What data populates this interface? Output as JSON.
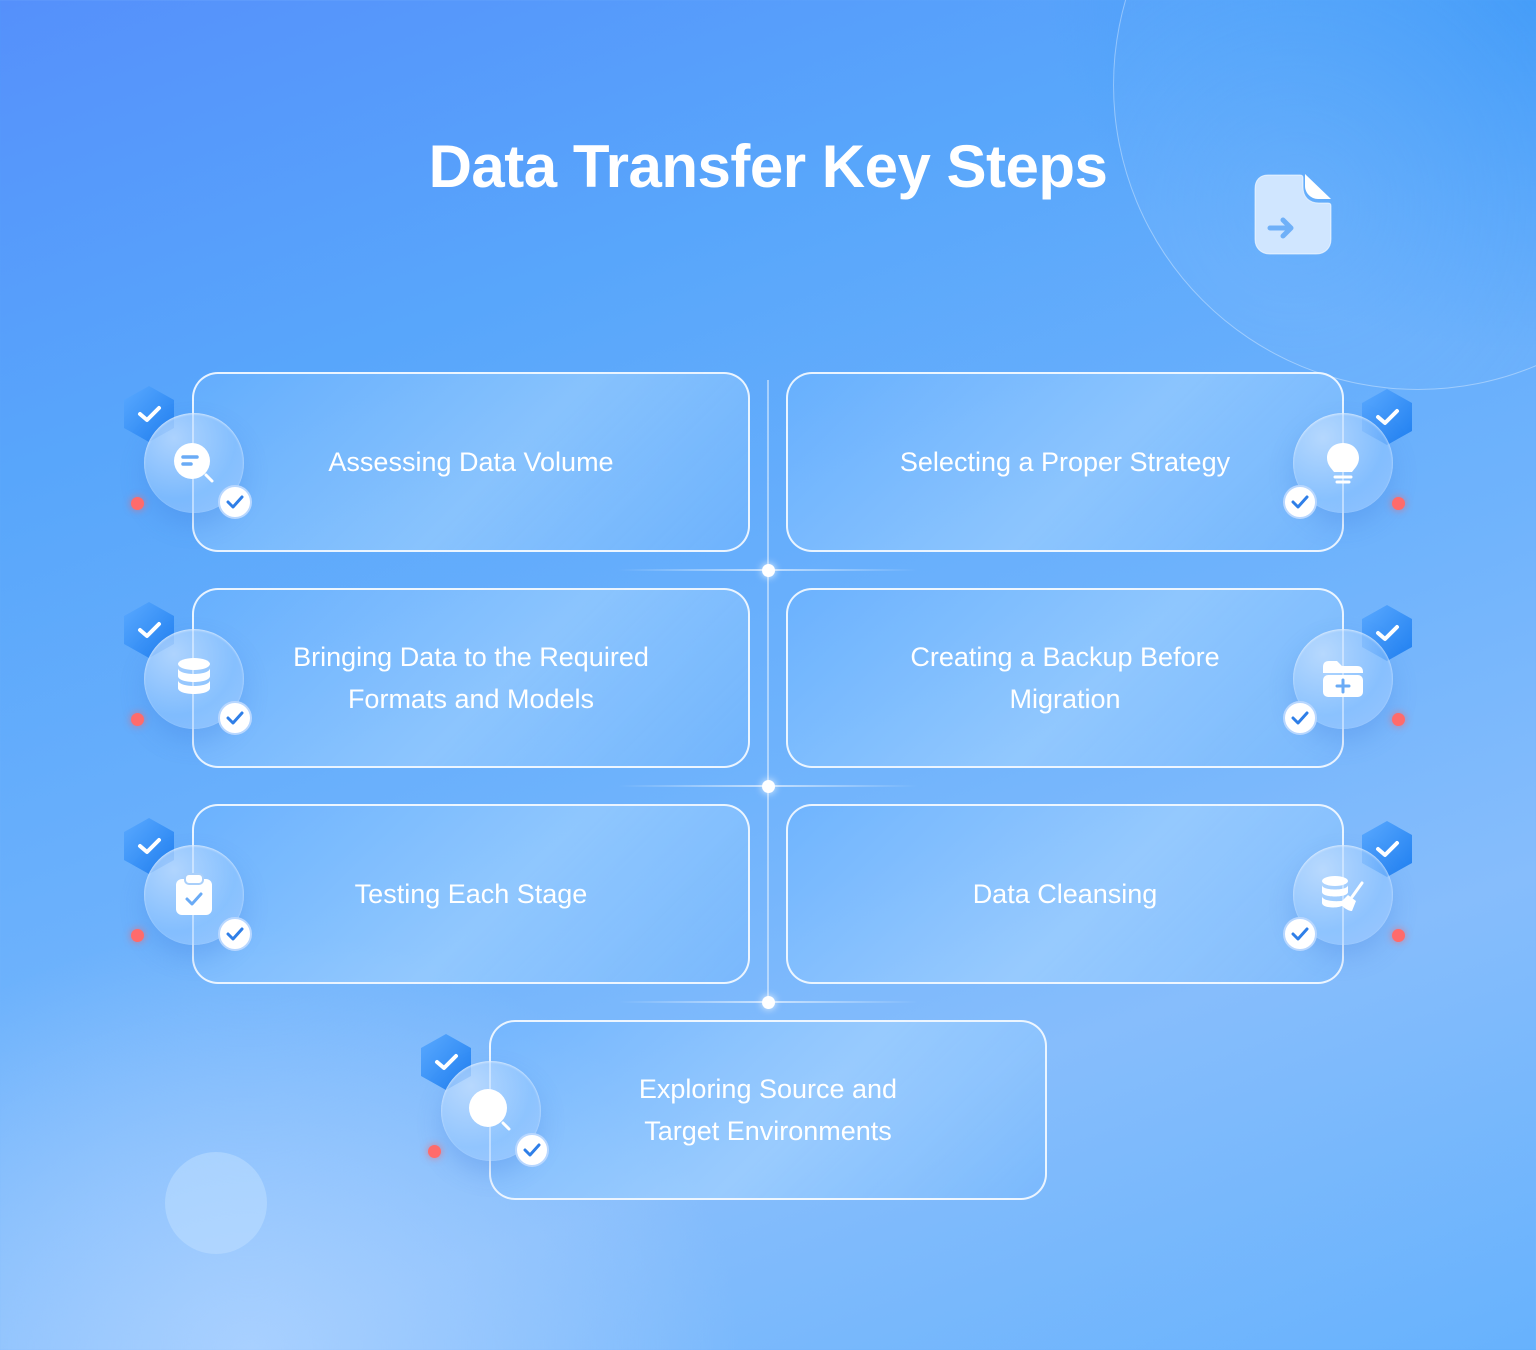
{
  "title": "Data Transfer Key Steps",
  "header_icon": "file-arrow-right-icon",
  "colors": {
    "background_start": "#5590fb",
    "background_end": "#67b2fd",
    "card_border": "#ffffff",
    "hexagon": "#2f8cf5",
    "check": "#2f7fe8",
    "red_dot": "#ff6b6b",
    "text": "#ffffff"
  },
  "steps": [
    {
      "label": "Assessing Data Volume",
      "icon": "search-document-icon",
      "side": "left"
    },
    {
      "label": "Selecting a Proper Strategy",
      "icon": "lightbulb-icon",
      "side": "right"
    },
    {
      "label": "Bringing Data to the Required Formats and Models",
      "icon": "database-icon",
      "side": "left"
    },
    {
      "label": "Creating a Backup Before Migration",
      "icon": "folder-add-icon",
      "side": "right"
    },
    {
      "label": "Testing Each Stage",
      "icon": "clipboard-check-icon",
      "side": "left"
    },
    {
      "label": "Data Cleansing",
      "icon": "database-broom-icon",
      "side": "right"
    },
    {
      "label": "Exploring Source and Target Environments",
      "icon": "magnifier-icon",
      "side": "left"
    }
  ]
}
